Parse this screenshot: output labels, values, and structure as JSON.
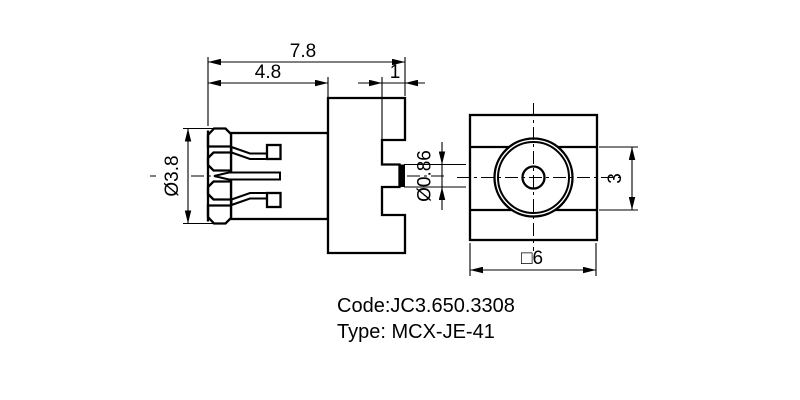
{
  "drawing": {
    "side_view": {
      "dims": {
        "overall_length": "7.8",
        "body_length": "4.8",
        "flange_width": "1",
        "interface_diameter": "Ø3.8",
        "pin_diameter": "Ø0.86"
      }
    },
    "front_view": {
      "dims": {
        "step_height": "3",
        "square_size": "□6"
      }
    },
    "footer": {
      "code_label": "Code:JC3.650.3308",
      "type_label": "Type: MCX-JE-41"
    },
    "colors": {
      "line": "#000000",
      "background": "#ffffff"
    }
  }
}
